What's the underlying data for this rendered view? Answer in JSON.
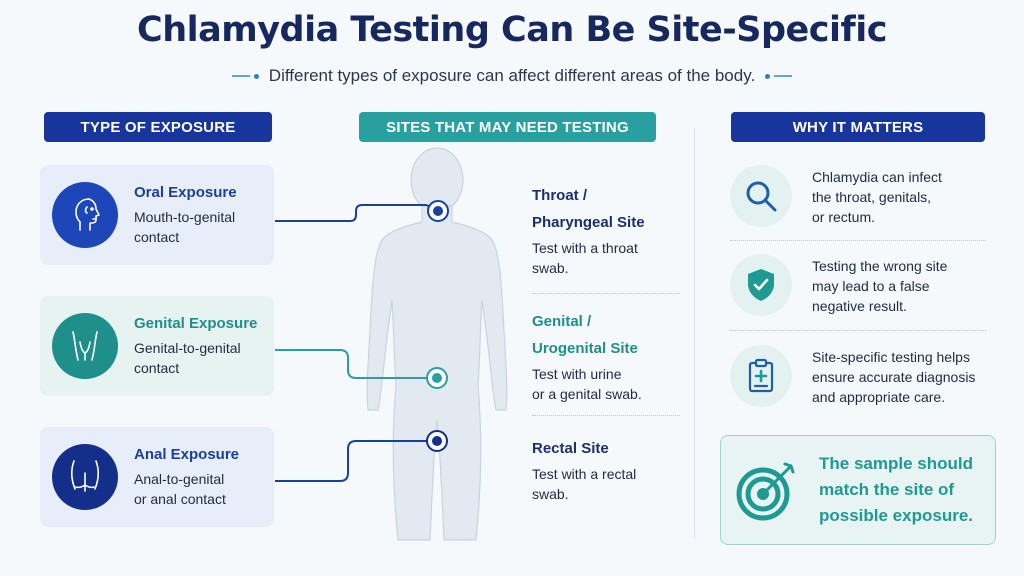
{
  "title": "Chlamydia Testing Can Be Site-Specific",
  "subtitle": "Different types of exposure can affect different areas of the body.",
  "headers": {
    "exposure": "TYPE OF EXPOSURE",
    "sites": "SITES THAT MAY NEED TESTING",
    "why": "WHY IT MATTERS"
  },
  "exposures": [
    {
      "title": "Oral Exposure",
      "desc_line1": "Mouth-to-genital",
      "desc_line2": "contact",
      "icon": "face-profile-icon"
    },
    {
      "title": "Genital Exposure",
      "desc_line1": "Genital-to-genital",
      "desc_line2": "contact",
      "icon": "pelvis-icon"
    },
    {
      "title": "Anal Exposure",
      "desc_line1": "Anal-to-genital",
      "desc_line2": "or anal contact",
      "icon": "buttocks-icon"
    }
  ],
  "sites": [
    {
      "title_line1": "Throat /",
      "title_line2": "Pharyngeal Site",
      "desc_line1": "Test with a throat",
      "desc_line2": "swab."
    },
    {
      "title_line1": "Genital /",
      "title_line2": "Urogenital Site",
      "desc_line1": "Test with urine",
      "desc_line2": "or a genital swab."
    },
    {
      "title_line1": "Rectal Site",
      "title_line2": "",
      "desc_line1": "Test with a rectal",
      "desc_line2": "swab."
    }
  ],
  "reasons": [
    {
      "line1": "Chlamydia can infect",
      "line2": "the throat, genitals,",
      "line3": "or rectum.",
      "icon": "magnifier-icon"
    },
    {
      "line1": "Testing the wrong site",
      "line2": "may lead to a false",
      "line3": "negative result.",
      "icon": "shield-check-icon"
    },
    {
      "line1": "Site-specific testing helps",
      "line2": "ensure accurate diagnosis",
      "line3": "and appropriate care.",
      "icon": "clipboard-icon"
    }
  ],
  "callout": {
    "line1": "The sample should",
    "line2": "match the site of",
    "line3": "possible exposure.",
    "icon": "target-icon"
  },
  "colors": {
    "navy": "#17359a",
    "teal": "#2a9f9f",
    "title": "#16285e"
  }
}
